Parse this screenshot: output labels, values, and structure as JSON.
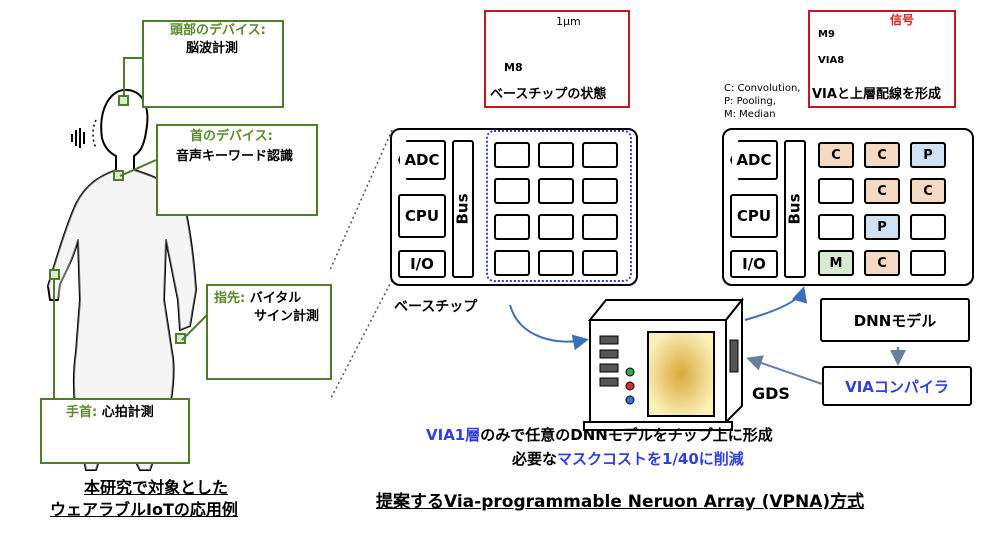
{
  "left": {
    "head_title": "頭部のデバイス:",
    "head_sub": "脳波計測",
    "neck_title": "首のデバイス:",
    "neck_sub": "音声キーワード認識",
    "finger_title": "指先:",
    "finger_title2": " バイタル",
    "finger_sub": "サイン計測",
    "wrist_title": "手首:",
    "wrist_sub": " 心拍計測",
    "caption_line1": "本研究で対象とした",
    "caption_line2": "ウェアラブルIoTの応用例"
  },
  "base_chip": {
    "adc": "ADC",
    "cpu": "CPU",
    "io": "I/O",
    "bus": "Bus",
    "label": "ベースチップ",
    "callout_caption": "ベースチップの状態",
    "callout_dim": "1μm",
    "callout_layer": "M8"
  },
  "via_chip": {
    "adc": "ADC",
    "cpu": "CPU",
    "io": "I/O",
    "bus": "Bus",
    "legend": [
      "C: Convolution,",
      "P: Pooling,",
      "M: Median"
    ],
    "callout_caption": "VIAと上層配線を形成",
    "callout_signal": "信号",
    "callout_m9": "M9",
    "callout_via8": "VIA8",
    "cells": [
      "C",
      "C",
      "P",
      "C",
      "C",
      "P",
      "M",
      "C"
    ]
  },
  "machine": {
    "gds": "GDS"
  },
  "flow": {
    "dnn_model": "DNNモデル",
    "via_compiler": "VIAコンパイラ"
  },
  "summary": {
    "line1_blue": "VIA1層",
    "line1_black": "のみで任意のDNNモデルをチップ上に形成",
    "line2_black": "必要な",
    "line2_blue": "マスクコストを1/40に削減"
  },
  "title": "提案するVia-programmable Neruon Array (VPNA)方式",
  "colors": {
    "accent_green": "#5a8a2a",
    "accent_blue": "#2f3fe0",
    "signal_red": "#e02020",
    "conv": "#f5d9c3",
    "pool": "#cfe2f3",
    "median": "#d9ead3"
  }
}
